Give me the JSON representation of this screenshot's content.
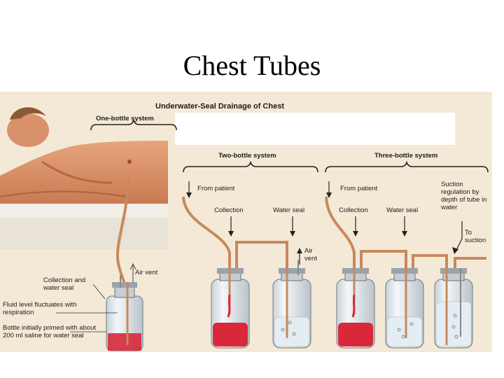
{
  "slide": {
    "title": "Chest Tubes"
  },
  "figure": {
    "heading": "Underwater-Seal Drainage of Chest",
    "one_bottle": {
      "title": "One-bottle system",
      "air_vent": "Air vent",
      "collection_seal": "Collection and water seal",
      "fluid_level": "Fluid level fluctuates with respiration",
      "primed": "Bottle initially primed with about 200 ml saline for water seal"
    },
    "two_bottle": {
      "title": "Two-bottle system",
      "from_patient": "From patient",
      "collection": "Collection",
      "water_seal": "Water seal",
      "air_vent": "Air vent"
    },
    "three_bottle": {
      "title": "Three-bottle system",
      "from_patient": "From patient",
      "collection": "Collection",
      "water_seal": "Water seal",
      "suction_regulation": "Suction regulation by depth of tube in water",
      "to_suction": "To suction"
    }
  },
  "colors": {
    "panel_bg": "#f4e9d6",
    "tube": "#c8895c",
    "blood": "#d8283a",
    "glass": "#e9eef2"
  }
}
